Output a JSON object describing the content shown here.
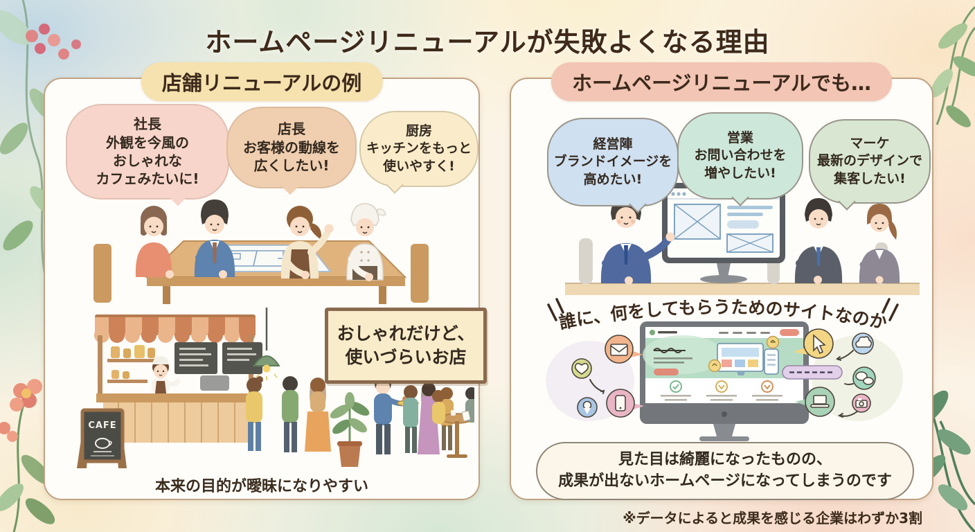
{
  "title": "ホームページリニューアルが失敗よくなる理由",
  "left_panel": {
    "header": "店舗リニューアルの例",
    "bubbles": [
      {
        "speaker": "社長",
        "text": "外観を今風の\nおしゃれな\nカフェみたいに!"
      },
      {
        "speaker": "店長",
        "text": "お客様の動線を\n広くしたい!"
      },
      {
        "speaker": "厨房",
        "text": "キッチンをもっと\n使いやすく!"
      }
    ],
    "sign": "おしゃれだけど、\n使いづらいお店",
    "cafe_board_label": "CAFE",
    "caption": "本来の目的が曖昧になりやすい"
  },
  "right_panel": {
    "header": "ホームページリニューアルでも…",
    "bubbles": [
      {
        "speaker": "経営陣",
        "text": "ブランドイメージを\n高めたい!"
      },
      {
        "speaker": "営業",
        "text": "お問い合わせを\n増やしたい!"
      },
      {
        "speaker": "マーケ",
        "text": "最新のデザインで\n集客したい!"
      }
    ],
    "question": "誰に、何をしてもらうためのサイトなのか",
    "conclusion": "見た目は綺麗になったものの、\n成果が出ないホームページになってしまうのです"
  },
  "footnote": "※データによると成果を感じる企業はわずか3割",
  "colors": {
    "title_text": "#3f2a1a",
    "panel_bg": "#fffdf9",
    "panel_border": "#c1a284",
    "left_header_bg": "#f6e2ae",
    "right_header_bg": "#f2c5b4",
    "bubble_pink": "#f8d5ca",
    "bubble_peach": "#f0cfb0",
    "bubble_cream": "#faecca",
    "bubble_blue": "#cfe0f0",
    "bubble_mint": "#cde8da",
    "bubble_sage": "#d9e7d2",
    "conclusion_bg": "#fcf6ea"
  }
}
